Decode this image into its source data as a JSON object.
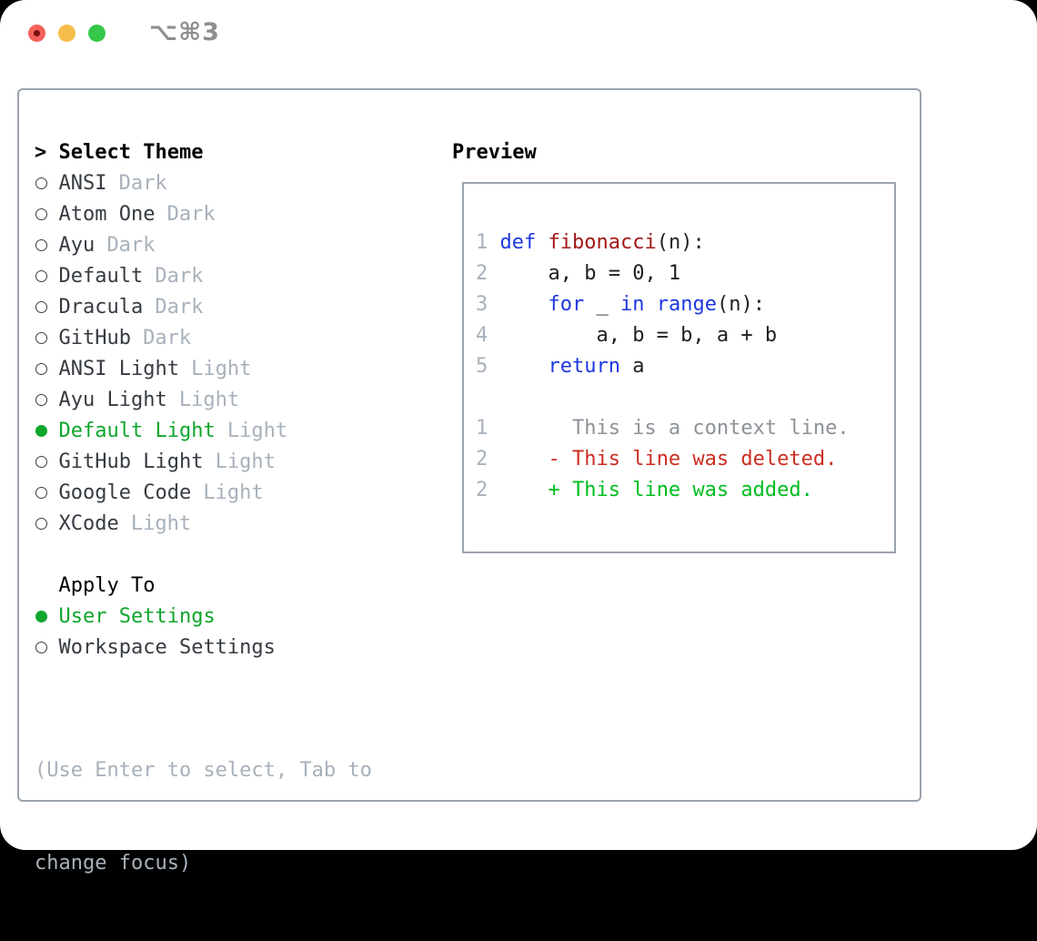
{
  "window": {
    "shortcut_label": "⌥⌘3"
  },
  "theme_selector": {
    "prompt": ">",
    "title": "Select Theme",
    "items": [
      {
        "name": "ANSI",
        "variant": "Dark",
        "selected": false
      },
      {
        "name": "Atom One",
        "variant": "Dark",
        "selected": false
      },
      {
        "name": "Ayu",
        "variant": "Dark",
        "selected": false
      },
      {
        "name": "Default",
        "variant": "Dark",
        "selected": false
      },
      {
        "name": "Dracula",
        "variant": "Dark",
        "selected": false
      },
      {
        "name": "GitHub",
        "variant": "Dark",
        "selected": false
      },
      {
        "name": "ANSI Light",
        "variant": "Light",
        "selected": false
      },
      {
        "name": "Ayu Light",
        "variant": "Light",
        "selected": false
      },
      {
        "name": "Default Light",
        "variant": "Light",
        "selected": true
      },
      {
        "name": "GitHub Light",
        "variant": "Light",
        "selected": false
      },
      {
        "name": "Google Code",
        "variant": "Light",
        "selected": false
      },
      {
        "name": "XCode",
        "variant": "Light",
        "selected": false
      }
    ],
    "apply_to": {
      "title": "Apply To",
      "options": [
        {
          "name": "User Settings",
          "selected": true
        },
        {
          "name": "Workspace Settings",
          "selected": false
        }
      ]
    },
    "help_lines": [
      "(Use Enter to select, Tab to",
      "change focus)"
    ]
  },
  "preview": {
    "title": "Preview",
    "lines": [
      {
        "segments": [
          {
            "c": "num",
            "t": "1 "
          },
          {
            "c": "kw",
            "t": "def"
          },
          {
            "c": "plain",
            "t": " "
          },
          {
            "c": "fn",
            "t": "fibonacci"
          },
          {
            "c": "plain",
            "t": "(n):"
          }
        ]
      },
      {
        "segments": [
          {
            "c": "num",
            "t": "2 "
          },
          {
            "c": "plain",
            "t": "    a, b = 0, 1"
          }
        ]
      },
      {
        "segments": [
          {
            "c": "num",
            "t": "3 "
          },
          {
            "c": "plain",
            "t": "    "
          },
          {
            "c": "kw",
            "t": "for"
          },
          {
            "c": "plain",
            "t": " _ "
          },
          {
            "c": "kw",
            "t": "in"
          },
          {
            "c": "plain",
            "t": " "
          },
          {
            "c": "kw",
            "t": "range"
          },
          {
            "c": "plain",
            "t": "(n):"
          }
        ]
      },
      {
        "segments": [
          {
            "c": "num",
            "t": "4 "
          },
          {
            "c": "plain",
            "t": "        a, b = b, a + b"
          }
        ]
      },
      {
        "segments": [
          {
            "c": "num",
            "t": "5 "
          },
          {
            "c": "plain",
            "t": "    "
          },
          {
            "c": "kw",
            "t": "return"
          },
          {
            "c": "plain",
            "t": " a"
          }
        ]
      },
      {
        "segments": []
      },
      {
        "segments": [
          {
            "c": "num",
            "t": "1"
          },
          {
            "c": "ctx",
            "t": "       This is a context line."
          }
        ]
      },
      {
        "segments": [
          {
            "c": "num",
            "t": "2"
          },
          {
            "c": "plain",
            "t": "     "
          },
          {
            "c": "del",
            "t": "- This line was deleted."
          }
        ]
      },
      {
        "segments": [
          {
            "c": "num",
            "t": "2"
          },
          {
            "c": "plain",
            "t": "     "
          },
          {
            "c": "add",
            "t": "+ This line was added."
          }
        ]
      }
    ]
  },
  "colors": {
    "selected_green": "#0fa62c",
    "keyword_blue": "#1e38e0",
    "function_red": "#a41616",
    "diff_added_green": "#00bd1f",
    "diff_deleted_red": "#cc2e22",
    "muted_gray": "#a8b1bb",
    "border_gray": "#9ba3ad",
    "traffic_red": "#f4605a",
    "traffic_yellow": "#f6bd4a",
    "traffic_green": "#35c74a"
  }
}
